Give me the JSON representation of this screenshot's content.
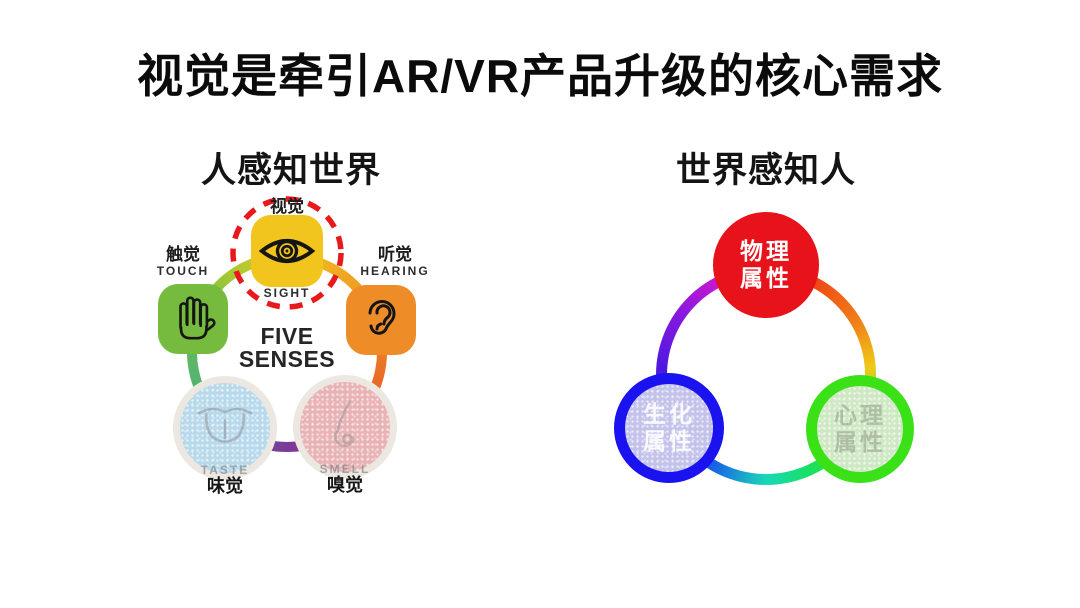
{
  "title": "视觉是牵引AR/VR产品升级的核心需求",
  "left": {
    "heading": "人感知世界",
    "center": {
      "line1": "FIVE",
      "line2": "SENSES"
    },
    "sight": {
      "zh": "视觉",
      "en": "SIGHT",
      "icon": "eye-icon",
      "color": "#f2c41e"
    },
    "touch": {
      "zh": "触觉",
      "en": "TOUCH",
      "icon": "hand-icon",
      "color": "#76bb3d"
    },
    "hearing": {
      "zh": "听觉",
      "en": "HEARING",
      "icon": "ear-icon",
      "color": "#ee8d27"
    },
    "taste": {
      "zh": "味觉",
      "en": "TASTE",
      "icon": "tongue-icon",
      "color": "#b8d9ec"
    },
    "smell": {
      "zh": "嗅觉",
      "en": "SMELL",
      "icon": "nose-icon",
      "color": "#e9b2b5"
    },
    "highlight": {
      "shape": "red-dashed-circle",
      "color": "#e8191c",
      "around": "sight"
    }
  },
  "right": {
    "heading": "世界感知人",
    "physical": {
      "line1": "物理",
      "line2": "属性",
      "fill": "#e8121b",
      "text": "#ffffff"
    },
    "biochemical": {
      "line1": "生化",
      "line2": "属性",
      "ring": "#1a13f0",
      "fill": "#c3c2ea"
    },
    "psychological": {
      "line1": "心理",
      "line2": "属性",
      "ring": "#3ae117",
      "fill": "#cfe8c4"
    },
    "connector": "rainbow-gradient-ring"
  }
}
